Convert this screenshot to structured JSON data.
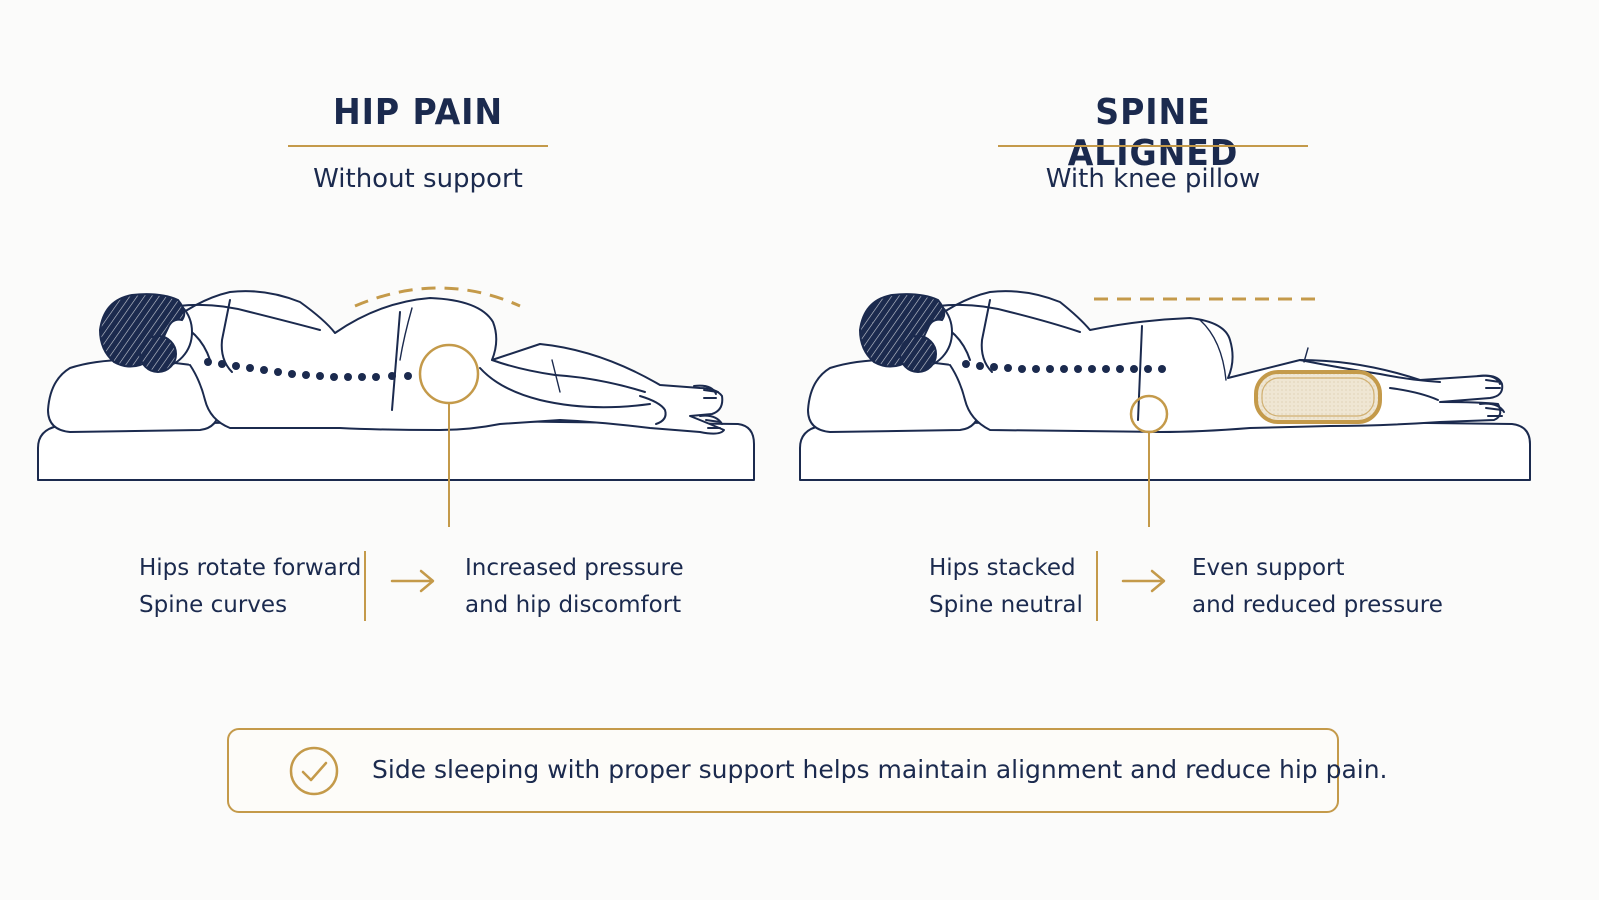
{
  "colors": {
    "navy": "#1b2a4e",
    "gold": "#c49a4a",
    "pillow_fill": "#efe6d3",
    "background": "#fbfbfa"
  },
  "left_panel": {
    "title": "HIP PAIN",
    "subtitle": "Without support",
    "note_cause": [
      "Hips rotate forward",
      "Spine curves"
    ],
    "note_effect": [
      "Increased pressure",
      "and hip discomfort"
    ]
  },
  "right_panel": {
    "title": "SPINE ALIGNED",
    "subtitle": "With knee pillow",
    "note_cause": [
      "Hips stacked",
      "Spine neutral"
    ],
    "note_effect": [
      "Even support",
      "and reduced pressure"
    ]
  },
  "icons": {
    "arrow": "arrow-right-icon",
    "check": "check-circle-icon"
  },
  "summary": {
    "text": "Side sleeping with proper support helps maintain alignment and reduce hip pain."
  }
}
